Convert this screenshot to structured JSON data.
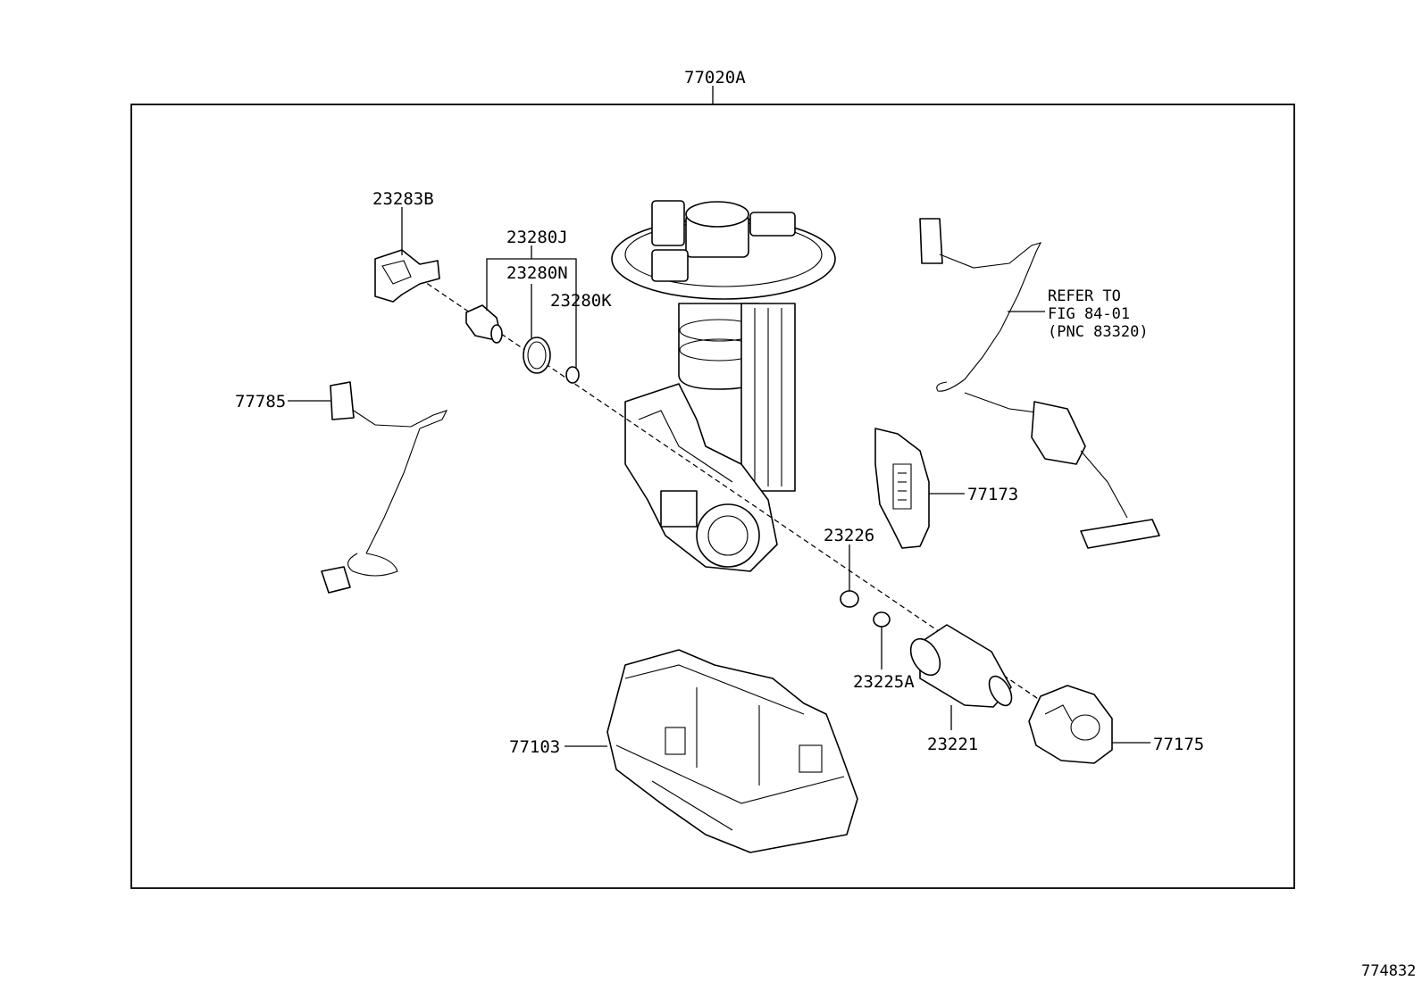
{
  "diagram": {
    "assembly_label": "77020A",
    "figure_number": "774832",
    "parts": [
      {
        "id": "p23283b",
        "number": "23283B"
      },
      {
        "id": "p23280j",
        "number": "23280J"
      },
      {
        "id": "p23280n",
        "number": "23280N"
      },
      {
        "id": "p23280k",
        "number": "23280K"
      },
      {
        "id": "p77785",
        "number": "77785"
      },
      {
        "id": "p77173",
        "number": "77173"
      },
      {
        "id": "p23226",
        "number": "23226"
      },
      {
        "id": "p23225a",
        "number": "23225A"
      },
      {
        "id": "p23221",
        "number": "23221"
      },
      {
        "id": "p77175",
        "number": "77175"
      },
      {
        "id": "p77103",
        "number": "77103"
      }
    ],
    "reference_note": {
      "line1": "REFER TO",
      "line2": "FIG 84-01",
      "line3": "(PNC 83320)"
    }
  }
}
